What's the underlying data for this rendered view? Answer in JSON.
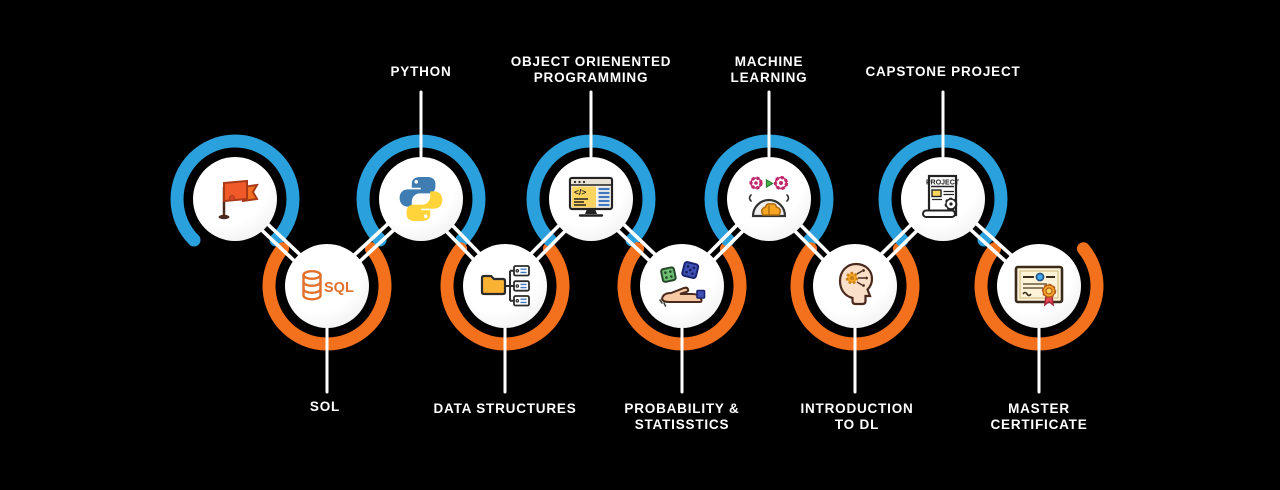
{
  "colors": {
    "background": "#000000",
    "top_ring": "#2AA1DC",
    "bottom_ring": "#F3701D",
    "connector": "#FFFFFF",
    "label_text": "#FFFFFF"
  },
  "nodes": [
    {
      "id": "start",
      "row": "top",
      "icon": "flag-icon",
      "label_line1": "",
      "label_line2": ""
    },
    {
      "id": "sql",
      "row": "bottom",
      "icon": "sql-database-icon",
      "icon_text": "SQL",
      "label_line1": "SOL",
      "label_line2": ""
    },
    {
      "id": "python",
      "row": "top",
      "icon": "python-icon",
      "label_line1": "PYTHON",
      "label_line2": ""
    },
    {
      "id": "data-structures",
      "row": "bottom",
      "icon": "folder-tree-icon",
      "label_line1": "DATA STRUCTURES",
      "label_line2": ""
    },
    {
      "id": "object-oriented-programming",
      "row": "top",
      "icon": "code-monitor-icon",
      "icon_text": "</>",
      "label_line1": "OBJECT ORIENENTED",
      "label_line2": "PROGRAMMING"
    },
    {
      "id": "probability-statistics",
      "row": "bottom",
      "icon": "dice-hand-icon",
      "label_line1": "PROBABILITY &",
      "label_line2": "STATISSTICS"
    },
    {
      "id": "machine-learning",
      "row": "top",
      "icon": "gears-brain-icon",
      "label_line1": "MACHINE",
      "label_line2": "LEARNING"
    },
    {
      "id": "introduction-to-dl",
      "row": "bottom",
      "icon": "head-circuit-icon",
      "label_line1": "INTRODUCTION",
      "label_line2": "TO DL"
    },
    {
      "id": "capstone-project",
      "row": "top",
      "icon": "project-document-icon",
      "icon_text": "PROJECT",
      "label_line1": "CAPSTONE PROJECT",
      "label_line2": ""
    },
    {
      "id": "master-certificate",
      "row": "bottom",
      "icon": "certificate-icon",
      "label_line1": "MASTER",
      "label_line2": "CERTIFICATE"
    }
  ]
}
